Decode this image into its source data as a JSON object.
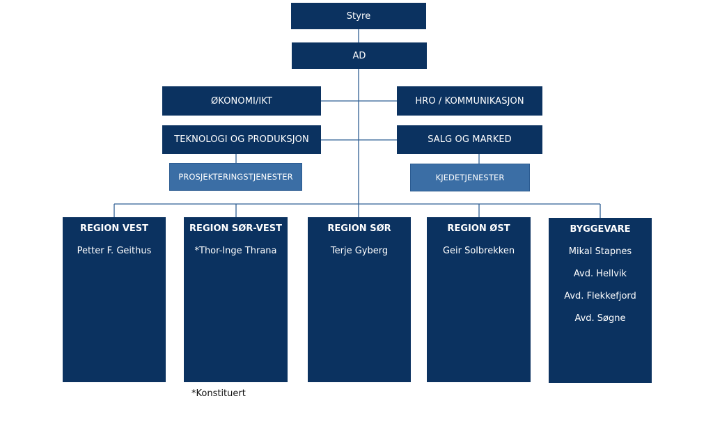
{
  "top": {
    "board": "Styre",
    "ceo": "AD"
  },
  "staff": {
    "left": [
      {
        "label": "ØKONOMI/IKT"
      },
      {
        "label": "TEKNOLOGI OG PRODUKSJON",
        "sub": "PROSJEKTERINGSTJENESTER"
      }
    ],
    "right": [
      {
        "label": "HRO / KOMMUNIKASJON"
      },
      {
        "label": "SALG OG MARKED",
        "sub": "KJEDETJENESTER"
      }
    ]
  },
  "regions": [
    {
      "title": "REGION VEST",
      "lines": [
        "Petter F. Geithus"
      ]
    },
    {
      "title": "REGION SØR-VEST",
      "lines": [
        "*Thor-Inge Thrana"
      ]
    },
    {
      "title": "REGION SØR",
      "lines": [
        "Terje Gyberg"
      ]
    },
    {
      "title": "REGION ØST",
      "lines": [
        "Geir Solbrekken"
      ]
    },
    {
      "title": "BYGGEVARE",
      "lines": [
        "Mikal Stapnes",
        "Avd. Hellvik",
        "Avd. Flekkefjord",
        "Avd. Søgne"
      ]
    }
  ],
  "footnote": "*Konstituert",
  "colors": {
    "box": "#0b3260",
    "sub_box": "#3b6ea5",
    "connector": "#2f5f93"
  }
}
